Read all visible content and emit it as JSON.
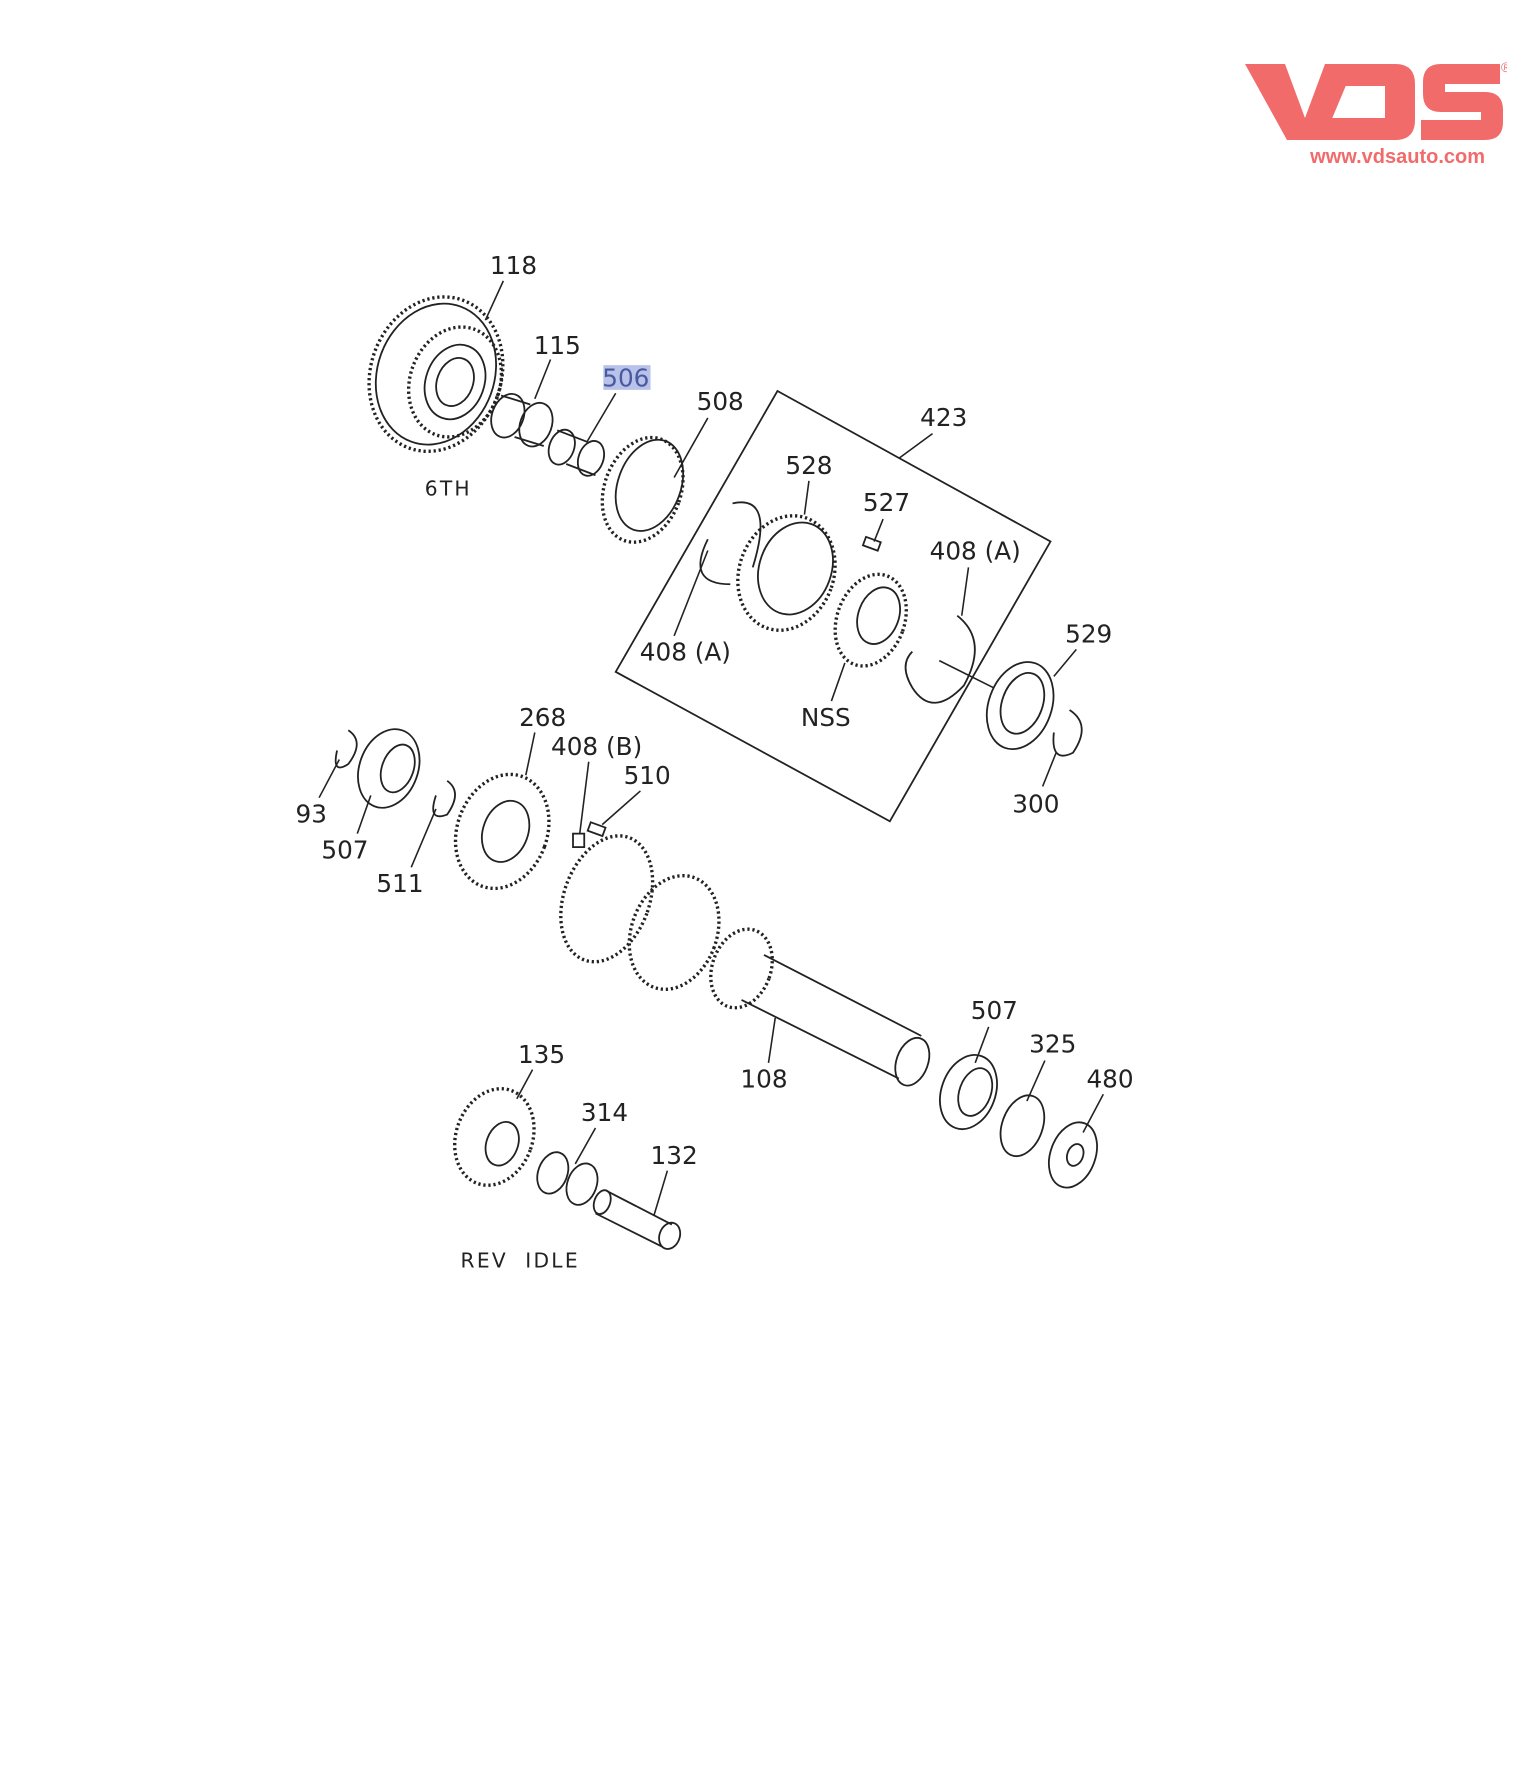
{
  "brand": {
    "logo_text": "VDS",
    "registered_mark": "®",
    "url": "www.vdsauto.com",
    "color": "#f26b6b"
  },
  "diagram": {
    "highlight_color": "#b9c3ea",
    "group_labels": {
      "sixth": "6TH",
      "rev_idle": "REV  IDLE",
      "nss": "NSS"
    },
    "callouts": {
      "p118": "118",
      "p115": "115",
      "p506": "506",
      "p508": "508",
      "p423": "423",
      "p528": "528",
      "p527": "527",
      "p408a_right": "408 (A)",
      "p408a_left": "408 (A)",
      "p529": "529",
      "p300": "300",
      "p268": "268",
      "p408b": "408 (B)",
      "p510": "510",
      "p93": "93",
      "p507_left": "507",
      "p511": "511",
      "p507_right": "507",
      "p325": "325",
      "p480": "480",
      "p108": "108",
      "p135": "135",
      "p314": "314",
      "p132": "132"
    },
    "selected_part": "506"
  }
}
